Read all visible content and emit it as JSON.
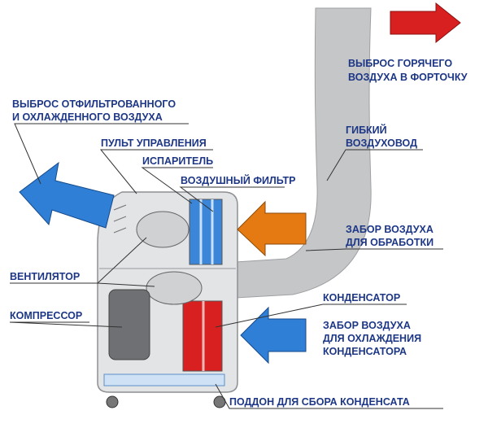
{
  "labels": {
    "filtered_out_1": "ВЫБРОС ОТФИЛЬТРОВАННОГО",
    "filtered_out_2": "И ОХЛАЖДЕННОГО ВОЗДУХА",
    "control_panel": "ПУЛЬТ УПРАВЛЕНИЯ",
    "evaporator": "ИСПАРИТЕЛЬ",
    "air_filter": "ВОЗДУШНЫЙ ФИЛЬТР",
    "hot_out_1": "ВЫБРОС ГОРЯЧЕГО",
    "hot_out_2": "ВОЗДУХА В ФОРТОЧКУ",
    "duct_1": "ГИБКИЙ",
    "duct_2": "ВОЗДУХОВОД",
    "intake_1": "ЗАБОР ВОЗДУХА",
    "intake_2": "ДЛЯ ОБРАБОТКИ",
    "fan": "ВЕНТИЛЯТОР",
    "compressor": "КОМПРЕССОР",
    "condenser": "КОНДЕНСАТОР",
    "cond_intake_1": "ЗАБОР ВОЗДУХА",
    "cond_intake_2": "ДЛЯ ОХЛАЖДЕНИЯ",
    "cond_intake_3": "КОНДЕНСАТОРА",
    "tray": "ПОДДОН ДЛЯ СБОРА КОНДЕНСАТА"
  },
  "colors": {
    "label": "#1d3786",
    "cold_arrow": "#2f7fd6",
    "hot_arrow": "#d92020",
    "intake_arrow": "#e57a12",
    "duct": "#c4c6c8",
    "unit": "#e3e4e6"
  }
}
